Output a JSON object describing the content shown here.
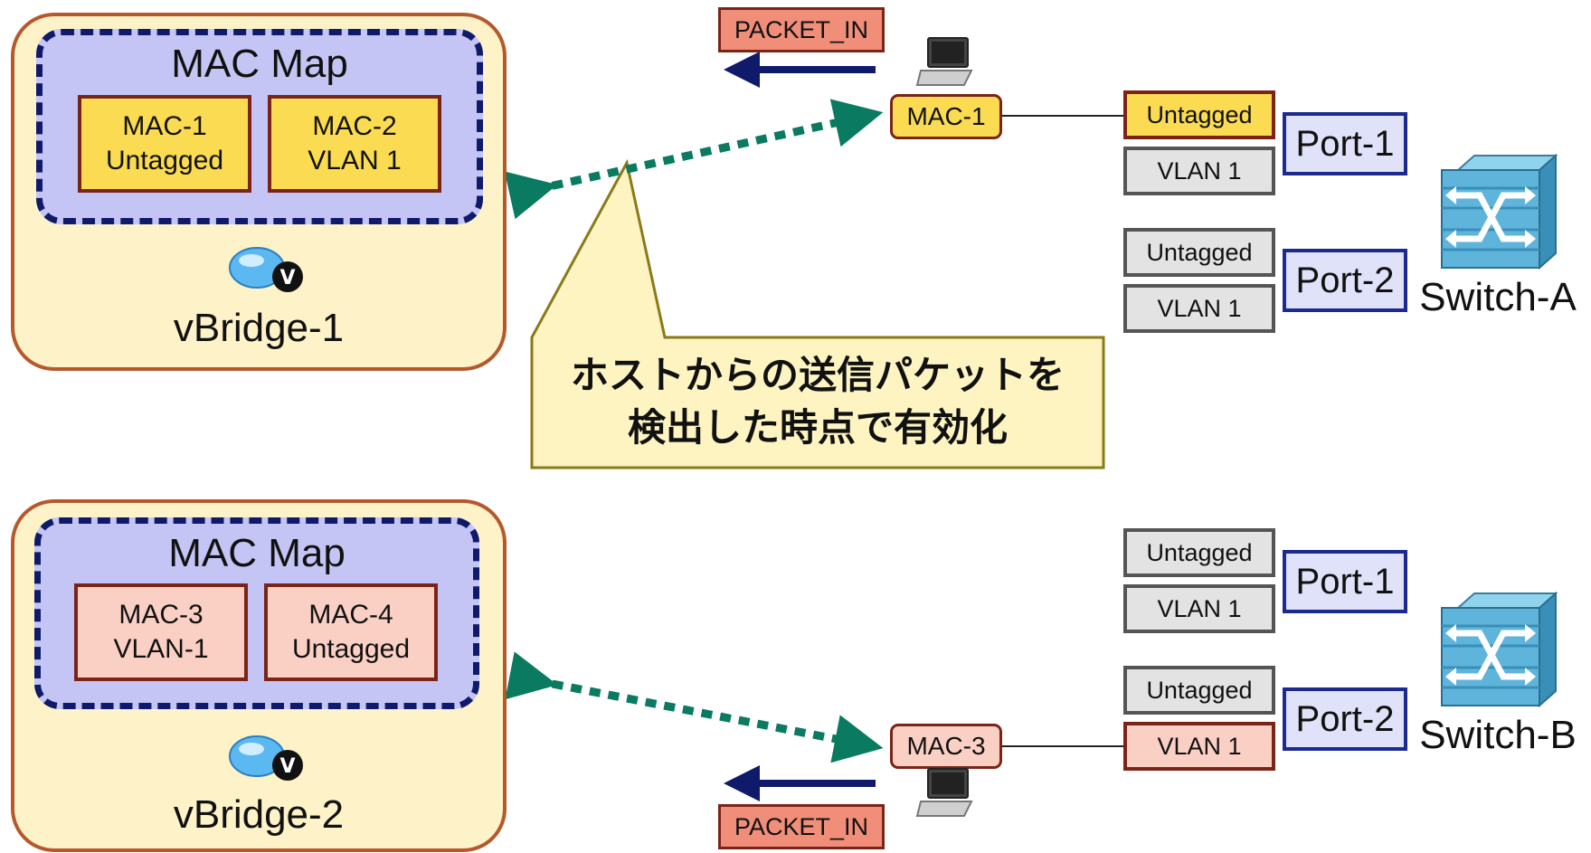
{
  "vbridges": [
    {
      "name": "vBridge-1",
      "map_title": "MAC Map",
      "entries": [
        {
          "line1": "MAC-1",
          "line2": "Untagged"
        },
        {
          "line1": "MAC-2",
          "line2": "VLAN 1"
        }
      ],
      "entry_color": "#fadb52"
    },
    {
      "name": "vBridge-2",
      "map_title": "MAC Map",
      "entries": [
        {
          "line1": "MAC-3",
          "line2": "VLAN-1"
        },
        {
          "line1": "MAC-4",
          "line2": "Untagged"
        }
      ],
      "entry_color": "#fbd0c4"
    }
  ],
  "hosts": [
    {
      "label": "MAC-1",
      "packet_in": "PACKET_IN"
    },
    {
      "label": "MAC-3",
      "packet_in": "PACKET_IN"
    }
  ],
  "switches": [
    {
      "name": "Switch-A",
      "ports": [
        {
          "label": "Port-1",
          "tags": [
            "Untagged",
            "VLAN 1"
          ]
        },
        {
          "label": "Port-2",
          "tags": [
            "Untagged",
            "VLAN 1"
          ]
        }
      ]
    },
    {
      "name": "Switch-B",
      "ports": [
        {
          "label": "Port-1",
          "tags": [
            "Untagged",
            "VLAN 1"
          ]
        },
        {
          "label": "Port-2",
          "tags": [
            "Untagged",
            "VLAN 1"
          ]
        }
      ]
    }
  ],
  "callout": {
    "line1": "ホストからの送信パケットを",
    "line2": "検出した時点で有効化"
  },
  "colors": {
    "vbridge_bg": "#fdf2c8",
    "vbridge_border": "#b5592c",
    "macmap_bg": "#c5c5f5",
    "macmap_border": "#101a6a",
    "active_yellow": "#fadb52",
    "active_pink": "#fbd0c4",
    "port_border": "#1c2a90",
    "dotted_arrow": "#0a7a60",
    "packet_arrow": "#101a6a"
  },
  "icons": [
    "vbridge-v-icon",
    "laptop-icon",
    "switch-icon"
  ]
}
